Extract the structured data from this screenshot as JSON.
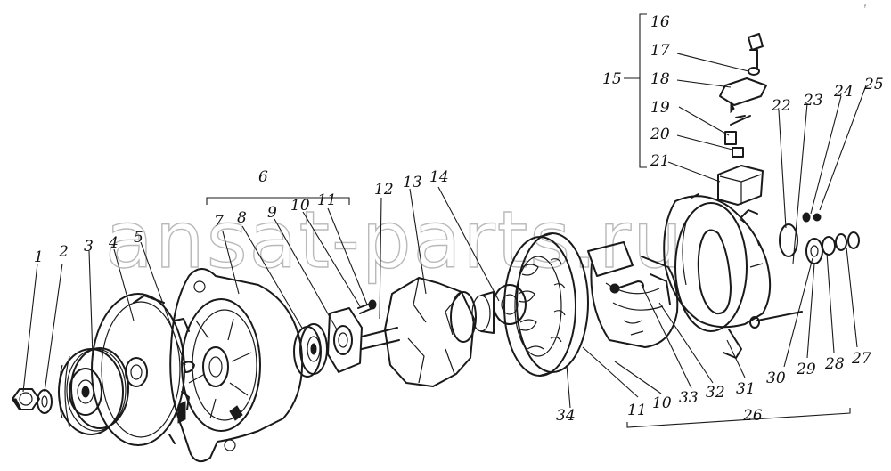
{
  "watermark": "ansat-parts.ru",
  "corner_mark": "ᶠ ",
  "labels": {
    "l1": "1",
    "l2": "2",
    "l3": "3",
    "l4": "4",
    "l5": "5",
    "l6": "6",
    "l7": "7",
    "l8": "8",
    "l9": "9",
    "l10a": "10",
    "l11a": "11",
    "l12": "12",
    "l13": "13",
    "l14": "14",
    "l15": "15",
    "l16": "16",
    "l17": "17",
    "l18": "18",
    "l19": "19",
    "l20": "20",
    "l21": "21",
    "l22": "22",
    "l23": "23",
    "l24": "24",
    "l25": "25",
    "l26": "26",
    "l27": "27",
    "l28": "28",
    "l29": "29",
    "l30": "30",
    "l31": "31",
    "l32": "32",
    "l33": "33",
    "l34": "34",
    "l11b": "11",
    "l10b": "10"
  },
  "parts": {
    "nut": "nut-icon",
    "washer": "washer-icon",
    "pulley": "pulley-icon",
    "fan": "fan-icon",
    "front_cover": "front-cover-icon",
    "bearing": "bearing-icon",
    "rotor": "rotor-icon",
    "stator": "stator-icon",
    "rectifier": "rectifier-block-icon",
    "rear_cover": "rear-cover-icon",
    "brush_holder": "brush-holder-icon"
  }
}
